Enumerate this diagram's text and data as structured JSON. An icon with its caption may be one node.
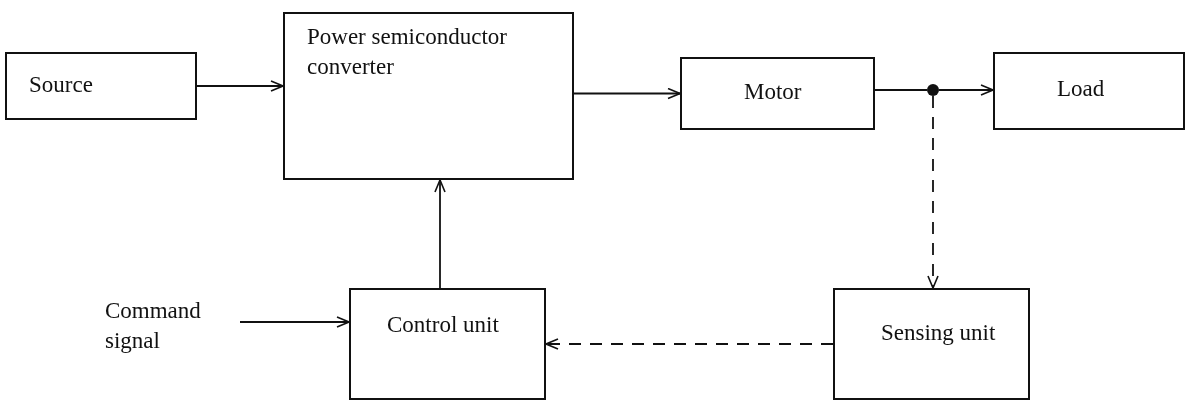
{
  "diagram": {
    "nodes": [
      {
        "text": [
          "Source"
        ]
      },
      {
        "text": [
          "Power semiconductor converter"
        ]
      },
      {
        "text": [
          "Motor"
        ]
      },
      {
        "text": [],
        "shape": "dot"
      },
      {
        "text": [
          "Load"
        ]
      },
      {
        "text": [
          "Control unit"
        ]
      },
      {
        "text": [
          "Sensing unit"
        ]
      },
      {
        "text": [
          "Command signal"
        ]
      }
    ],
    "edges": [
      {
        "from": 0,
        "to": 1,
        "arrow": "to"
      },
      {
        "from": 1,
        "to": 2,
        "arrow": "to"
      },
      {
        "from": 2,
        "to": 3,
        "arrow": "none"
      },
      {
        "from": 3,
        "to": 4,
        "arrow": "to"
      },
      {
        "from": 3,
        "to": 6,
        "arrow": "to",
        "style": "dashed"
      },
      {
        "from": 5,
        "to": 1,
        "arrow": "to"
      },
      {
        "from": 7,
        "to": 5,
        "arrow": "to"
      },
      {
        "from": 6,
        "to": 5,
        "arrow": "to",
        "style": "dashed"
      }
    ]
  }
}
